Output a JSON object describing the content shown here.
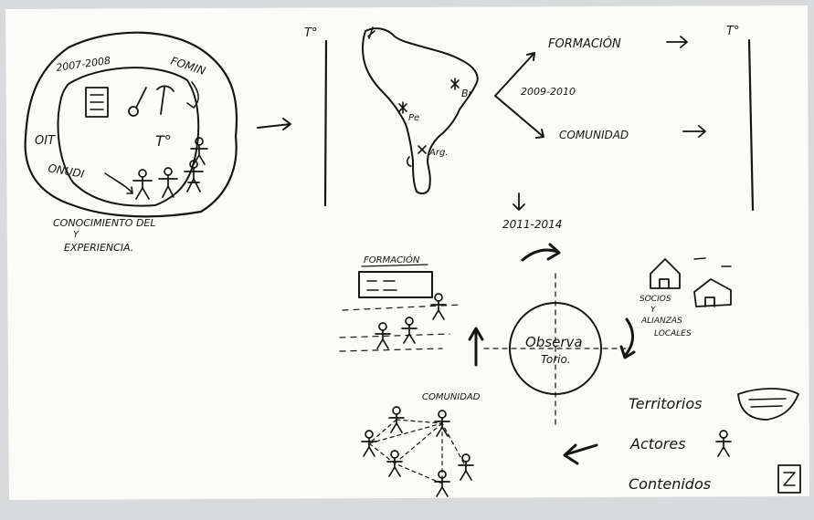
{
  "left_cluster": {
    "years": "2007-2008",
    "fomin": "FOMIN",
    "oit": "OIT",
    "onudi": "ONUDI",
    "territory": "T°",
    "caption_line1": "CONOCIMIENTO DEL",
    "caption_y": "Y",
    "caption_line2": "EXPERIENCIA."
  },
  "map_panel": {
    "t_left": "T°",
    "t_right": "T°",
    "country_br": "Br",
    "country_pe": "Pe",
    "country_arg": "Arg.",
    "branch_top": "FORMACIÓN",
    "branch_years": "2009-2010",
    "branch_bottom": "COMUNIDAD"
  },
  "lower": {
    "years": "2011-2014",
    "formacion": "FORMACIÓN",
    "comunidad": "COMUNIDAD",
    "observatorio_line1": "Observa",
    "observatorio_line2": "Torio.",
    "socios_line1": "SOCIOS",
    "socios_line2": "Y",
    "socios_line3": "ALIANZAS",
    "socios_line4": "LOCALES",
    "list": [
      "Territorios",
      "Actores",
      "Contenidos"
    ]
  },
  "colors": {
    "paper": "#fbfbf9",
    "ink": "#161514",
    "background": "#d9dadc"
  }
}
